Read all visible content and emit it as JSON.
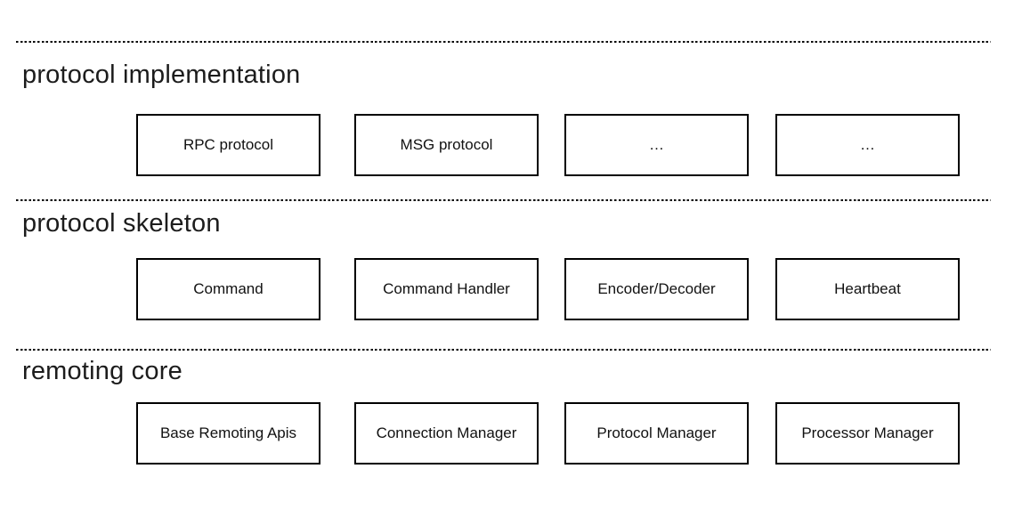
{
  "colors": {
    "background": "#ffffff",
    "box_border": "#000000",
    "text": "#111111",
    "heading_text": "#1c1c1c",
    "divider": "#000000"
  },
  "sections": [
    {
      "title": "protocol implementation",
      "boxes": [
        "RPC protocol",
        "MSG protocol",
        "…",
        "…"
      ]
    },
    {
      "title": "protocol skeleton",
      "boxes": [
        "Command",
        "Command Handler",
        "Encoder/Decoder",
        "Heartbeat"
      ]
    },
    {
      "title": "remoting core",
      "boxes": [
        "Base Remoting Apis",
        "Connection Manager",
        "Protocol Manager",
        "Processor Manager"
      ]
    }
  ]
}
